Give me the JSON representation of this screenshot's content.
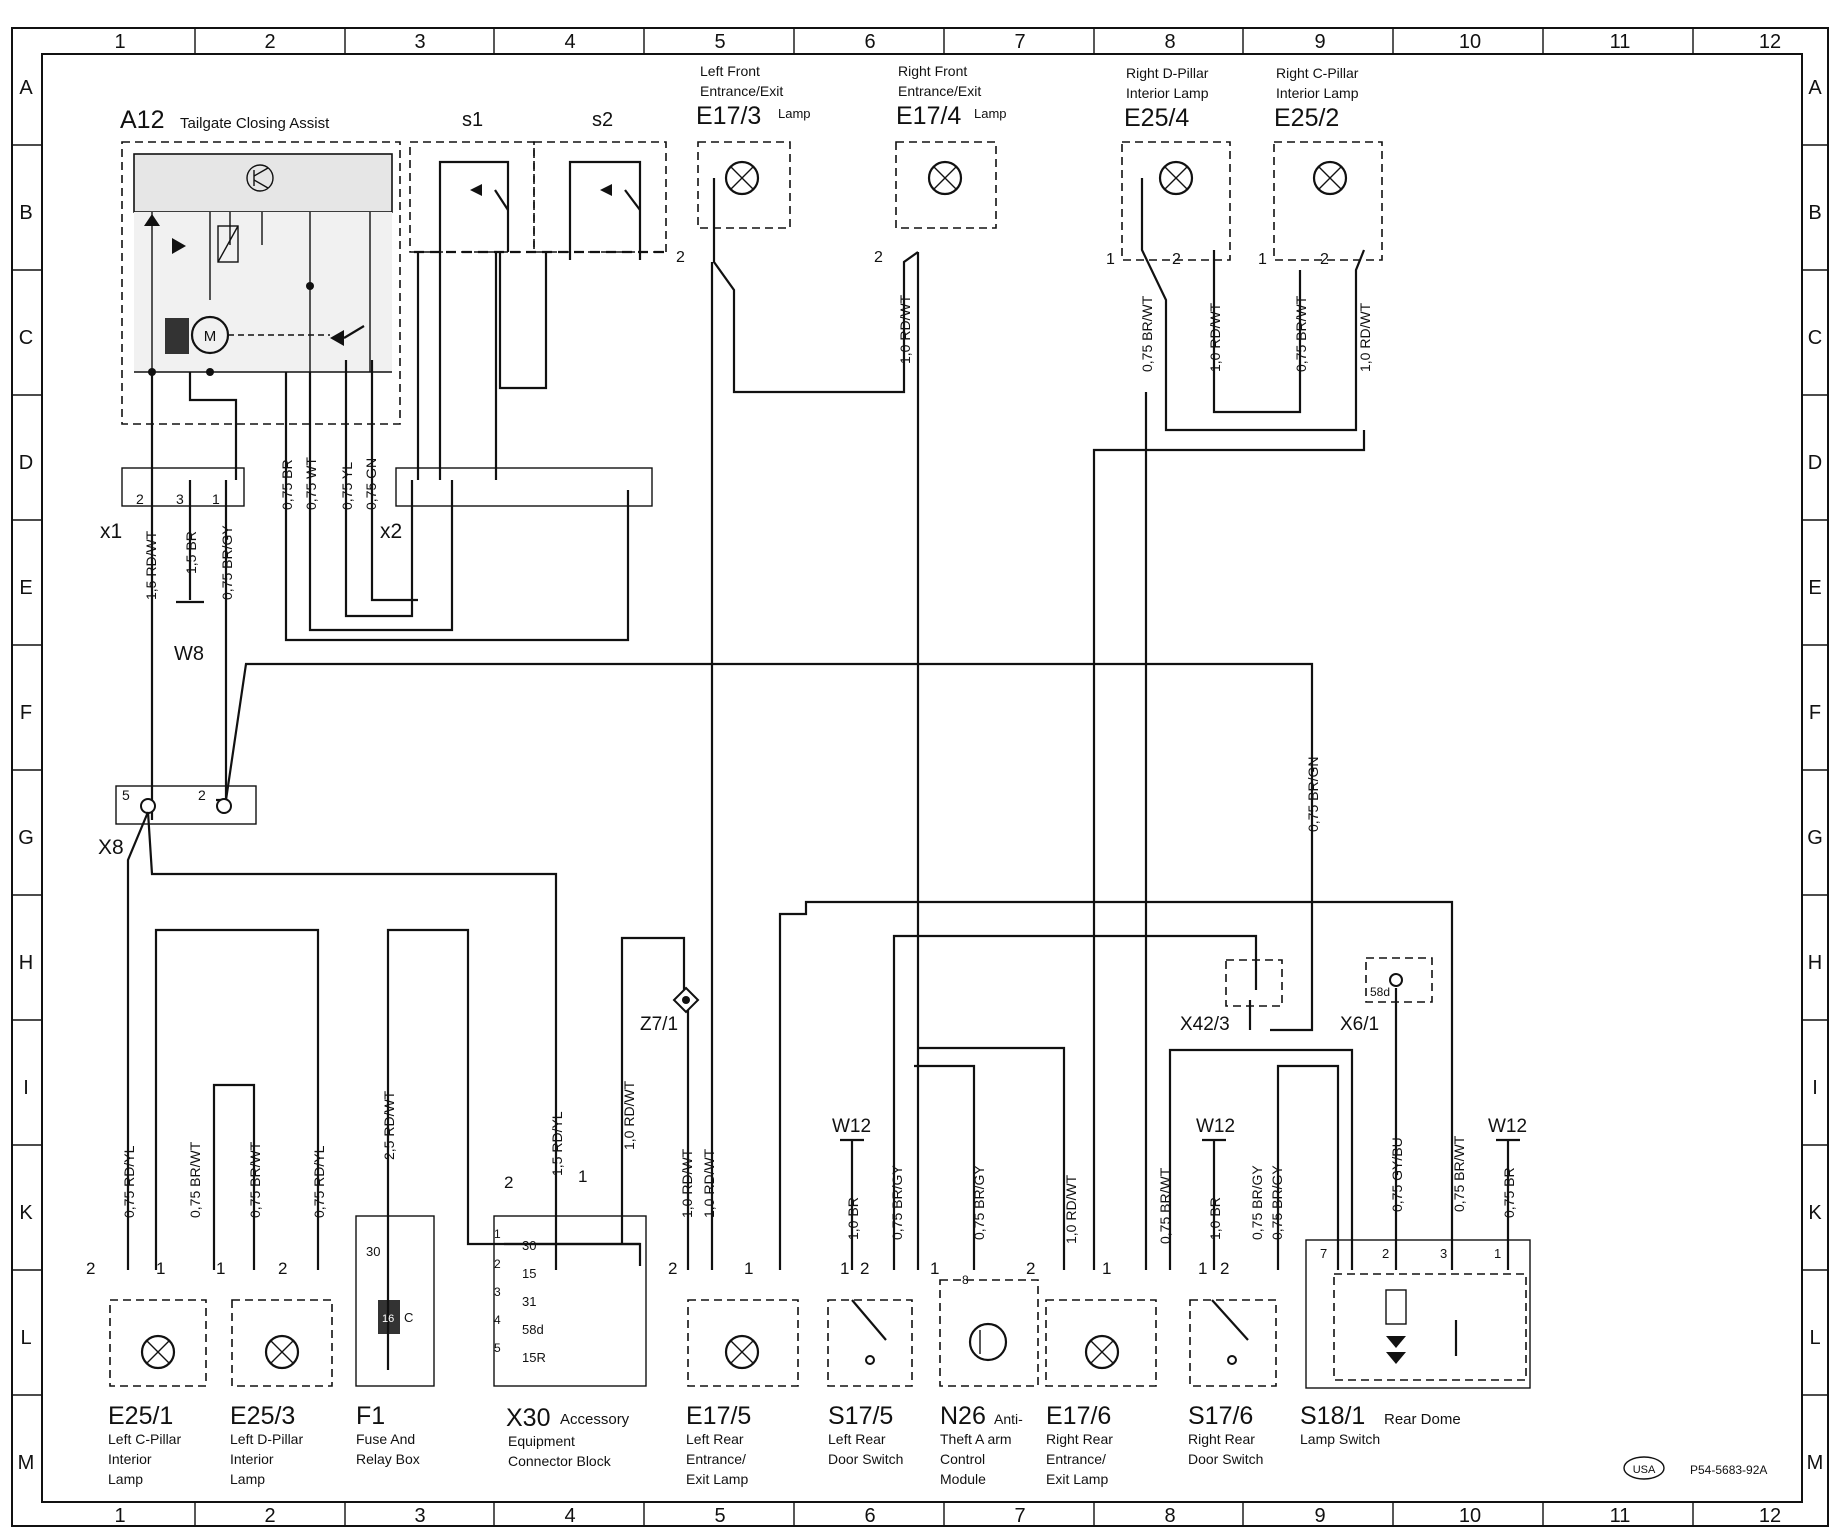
{
  "grid": {
    "columns": [
      "1",
      "2",
      "3",
      "4",
      "5",
      "6",
      "7",
      "8",
      "9",
      "10",
      "11",
      "12"
    ],
    "rows": [
      "A",
      "B",
      "C",
      "D",
      "E",
      "F",
      "G",
      "H",
      "I",
      "K",
      "L",
      "M"
    ]
  },
  "components": {
    "a12": {
      "id": "A12",
      "desc": "Tailgate Closing Assist"
    },
    "s1": "s1",
    "s2": "s2",
    "e17_3": {
      "id": "E17/3",
      "desc1": "Left Front",
      "desc2": "Entrance/Exit",
      "suffix": "Lamp"
    },
    "e17_4": {
      "id": "E17/4",
      "desc1": "Right Front",
      "desc2": "Entrance/Exit",
      "suffix": "Lamp"
    },
    "e25_4": {
      "id": "E25/4",
      "desc1": "Right D-Pillar",
      "desc2": "Interior Lamp"
    },
    "e25_2": {
      "id": "E25/2",
      "desc1": "Right C-Pillar",
      "desc2": "Interior Lamp"
    },
    "x1": "x1",
    "x2": "x2",
    "w8": "W8",
    "x8": "X8",
    "z7_1": "Z7/1",
    "x42_3": "X42/3",
    "x6_1": "X6/1",
    "w12": "W12",
    "bottom": [
      {
        "id": "E25/1",
        "lines": [
          "Left C-Pillar",
          "Interior",
          "Lamp"
        ]
      },
      {
        "id": "E25/3",
        "lines": [
          "Left D-Pillar",
          "Interior",
          "Lamp"
        ]
      },
      {
        "id": "F1",
        "lines": [
          "Fuse And",
          "Relay Box"
        ]
      },
      {
        "id": "X30",
        "title_suffix": "Accessory",
        "lines": [
          "Equipment",
          "Connector Block"
        ]
      },
      {
        "id": "E17/5",
        "lines": [
          "Left Rear",
          "Entrance/",
          "Exit Lamp"
        ]
      },
      {
        "id": "S17/5",
        "lines": [
          "Left Rear",
          "Door Switch"
        ]
      },
      {
        "id": "N26",
        "title_suffix": "Anti-",
        "lines": [
          "Theft A arm",
          "Control",
          "Module"
        ]
      },
      {
        "id": "E17/6",
        "lines": [
          "Right Rear",
          "Entrance/",
          "Exit Lamp"
        ]
      },
      {
        "id": "S17/6",
        "lines": [
          "Right Rear",
          "Door Switch"
        ]
      },
      {
        "id": "S18/1",
        "title_suffix": "Rear Dome",
        "lines": [
          "Lamp Switch"
        ]
      }
    ]
  },
  "wires": {
    "x1_2": "1,5 RD/WT",
    "x1_3": "1,5 BR",
    "x1_1": "0,75 BR/GY",
    "a12_br": "0,75 BR",
    "a12_wt": "0,75 WT",
    "a12_yl": "0,75 YL",
    "a12_gn": "0,75 GN",
    "e17_4_in": "1,0 RD/WT",
    "e25_4_1": "0,75 BR/WT",
    "e25_4_2": "1,0 RD/WT",
    "e25_2_1": "0,75 BR/WT",
    "e25_2_2": "1,0 RD/WT",
    "f_col": "0,75 BR/GN",
    "e25_1_2": "0,75 RD/YL",
    "e25_1_1": "0,75 BR/WT",
    "e25_3_1": "0,75 BR/WT",
    "e25_3_2": "0,75 RD/YL",
    "f1": "2,5 RD/WT",
    "x30_a": "1,5 RD/YL",
    "x30_b": "1,0 RD/WT",
    "e17_5_2": "1,0 RD/WT",
    "e17_5_1": "1,0 RD/WT",
    "s17_5_1": "1,0 BR",
    "s17_5_2": "0,75 BR/GY",
    "n26": "0,75 BR/GY",
    "e17_6_2": "1,0 RD/WT",
    "e17_6_1": "0,75 BR/WT",
    "s17_6_1": "1,0 BR",
    "s17_6_2a": "0,75 BR/GY",
    "s17_6_2b": "0,75 BR/GY",
    "s18_2": "0,75 GY/BU",
    "s18_3": "0,75 BR/WT",
    "s18_1": "0,75 BR"
  },
  "pins": {
    "p1": "1",
    "p2": "2",
    "p3": "3",
    "p4": "4",
    "p5": "5",
    "p7": "7",
    "p8": "8",
    "x30_30": "30",
    "x30_15": "15",
    "x30_31": "31",
    "x30_58d": "58d",
    "x30_15r": "15R",
    "x6_58d": "58d",
    "f1_30": "30",
    "f1_16": "16",
    "f1_c": "C",
    "motor": "M"
  },
  "footer": {
    "logo": "USA",
    "code": "P54-5683-92A"
  }
}
